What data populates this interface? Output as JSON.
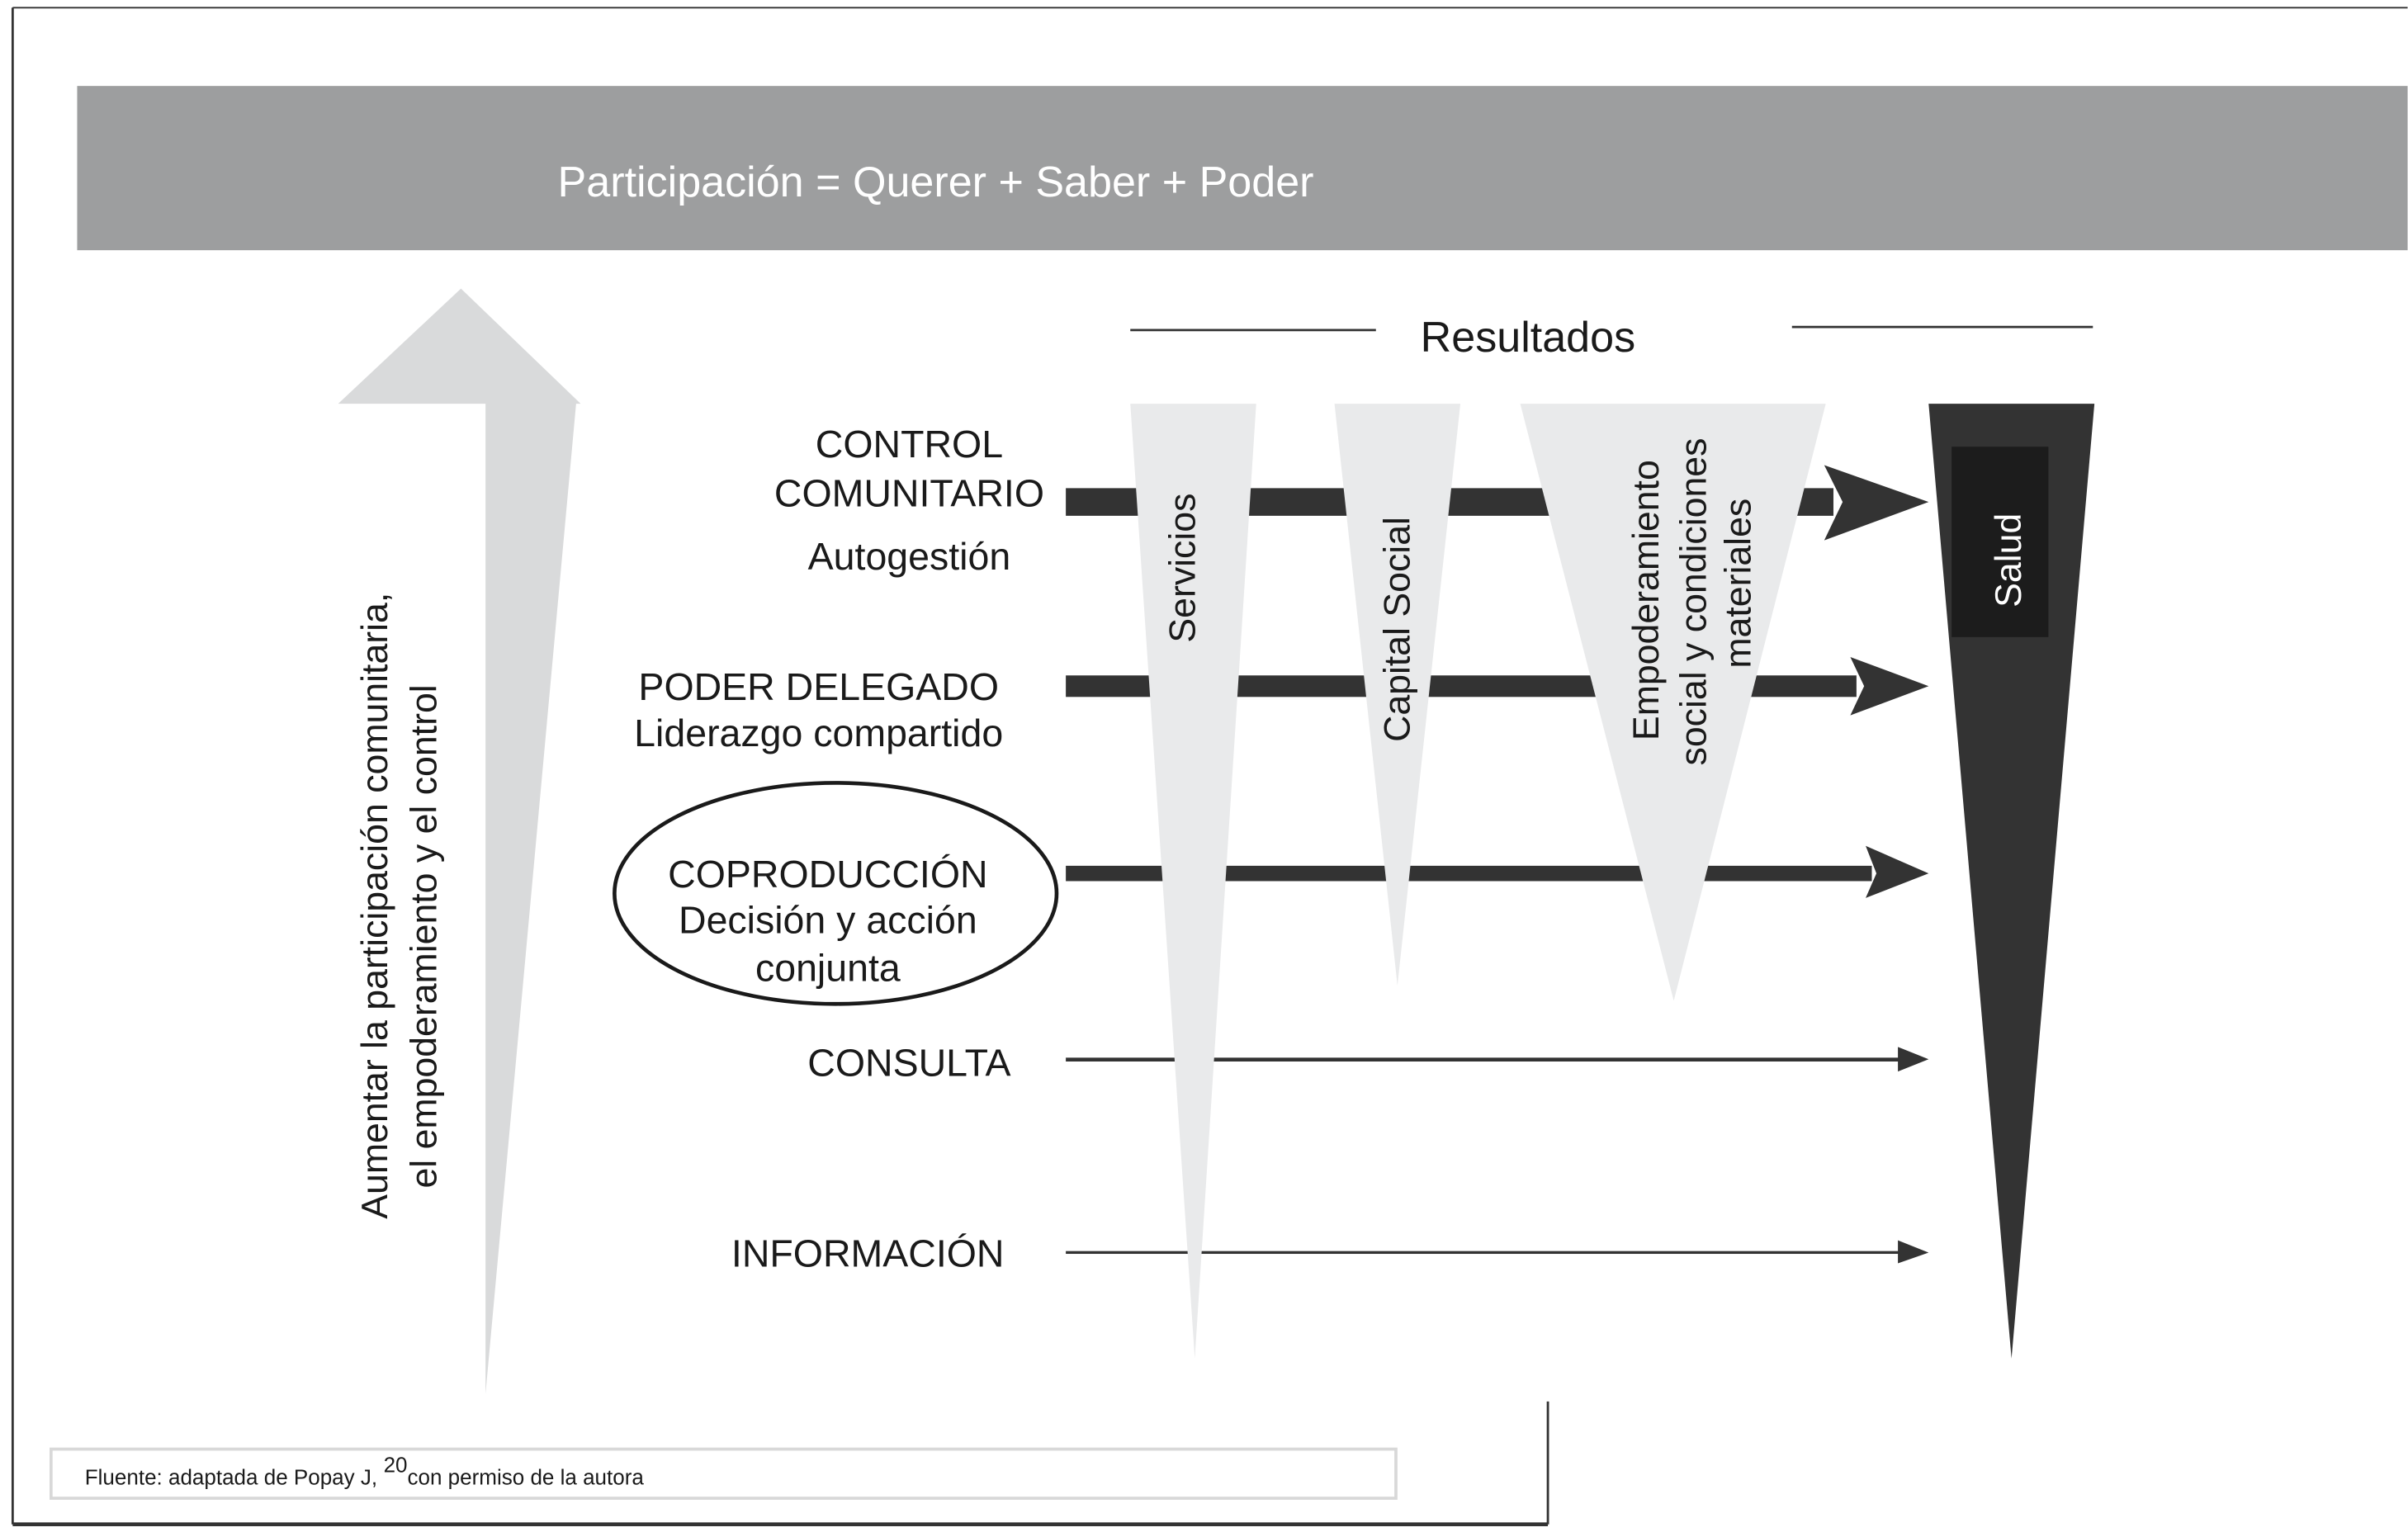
{
  "header": {
    "formula": "Participación = Querer + Saber + Poder"
  },
  "axis": {
    "line1": "Aumentar  la participación comunitaria,",
    "line2": "el empoderamiento y el control"
  },
  "results": {
    "title": "Resultados",
    "servicios": "Servicios",
    "capital_social": "Capital Social",
    "empoderamiento": [
      "Empoderamiento",
      "social y condiciones",
      "materiales"
    ],
    "salud": "Salud"
  },
  "levels": {
    "control_1": "CONTROL",
    "control_2": "COMUNITARIO",
    "control_sub": "Autogestión",
    "poder": "PODER DELEGADO",
    "poder_sub": "Liderazgo compartido",
    "copro": "COPRODUCCIÓN",
    "copro_sub1": "Decisión y acción",
    "copro_sub2": "conjunta",
    "consulta": "CONSULTA",
    "informacion": "INFORMACIÓN"
  },
  "footer": {
    "source": "Fluente: adaptada de Popay J,",
    "ref": "20",
    "permission": "con permiso de la autora"
  },
  "colors": {
    "bar": "#9d9e9f",
    "light": "#e9eaeb",
    "dark": "#333333",
    "arrow_up": "#d9dadb"
  }
}
